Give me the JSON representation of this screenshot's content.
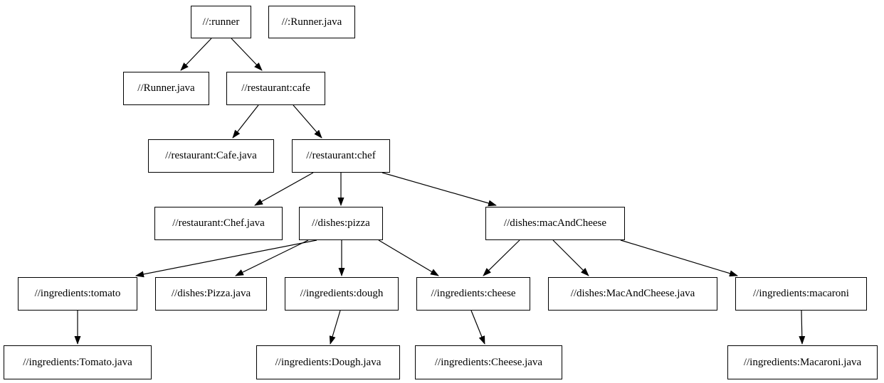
{
  "diagram": {
    "type": "dependency-graph",
    "background_color": "#ffffff",
    "node_border_color": "#000000",
    "node_fill_color": "#ffffff",
    "edge_color": "#000000",
    "text_color": "#000000",
    "nodes": [
      {
        "id": "runner",
        "label": "//:runner"
      },
      {
        "id": "runner_java_target",
        "label": "//:Runner.java"
      },
      {
        "id": "runner_java",
        "label": "//Runner.java"
      },
      {
        "id": "cafe",
        "label": "//restaurant:cafe"
      },
      {
        "id": "cafe_java",
        "label": "//restaurant:Cafe.java"
      },
      {
        "id": "chef",
        "label": "//restaurant:chef"
      },
      {
        "id": "chef_java",
        "label": "//restaurant:Chef.java"
      },
      {
        "id": "pizza",
        "label": "//dishes:pizza"
      },
      {
        "id": "mac_and_cheese",
        "label": "//dishes:macAndCheese"
      },
      {
        "id": "tomato",
        "label": "//ingredients:tomato"
      },
      {
        "id": "pizza_java",
        "label": "//dishes:Pizza.java"
      },
      {
        "id": "dough",
        "label": "//ingredients:dough"
      },
      {
        "id": "cheese",
        "label": "//ingredients:cheese"
      },
      {
        "id": "mac_and_cheese_java",
        "label": "//dishes:MacAndCheese.java"
      },
      {
        "id": "macaroni",
        "label": "//ingredients:macaroni"
      },
      {
        "id": "tomato_java",
        "label": "//ingredients:Tomato.java"
      },
      {
        "id": "dough_java",
        "label": "//ingredients:Dough.java"
      },
      {
        "id": "cheese_java",
        "label": "//ingredients:Cheese.java"
      },
      {
        "id": "macaroni_java",
        "label": "//ingredients:Macaroni.java"
      }
    ],
    "edges": [
      {
        "from": "runner",
        "to": "runner_java"
      },
      {
        "from": "runner",
        "to": "cafe"
      },
      {
        "from": "cafe",
        "to": "cafe_java"
      },
      {
        "from": "cafe",
        "to": "chef"
      },
      {
        "from": "chef",
        "to": "chef_java"
      },
      {
        "from": "chef",
        "to": "pizza"
      },
      {
        "from": "chef",
        "to": "mac_and_cheese"
      },
      {
        "from": "pizza",
        "to": "tomato"
      },
      {
        "from": "pizza",
        "to": "pizza_java"
      },
      {
        "from": "pizza",
        "to": "dough"
      },
      {
        "from": "pizza",
        "to": "cheese"
      },
      {
        "from": "mac_and_cheese",
        "to": "cheese"
      },
      {
        "from": "mac_and_cheese",
        "to": "mac_and_cheese_java"
      },
      {
        "from": "mac_and_cheese",
        "to": "macaroni"
      },
      {
        "from": "tomato",
        "to": "tomato_java"
      },
      {
        "from": "dough",
        "to": "dough_java"
      },
      {
        "from": "cheese",
        "to": "cheese_java"
      },
      {
        "from": "macaroni",
        "to": "macaroni_java"
      }
    ]
  }
}
